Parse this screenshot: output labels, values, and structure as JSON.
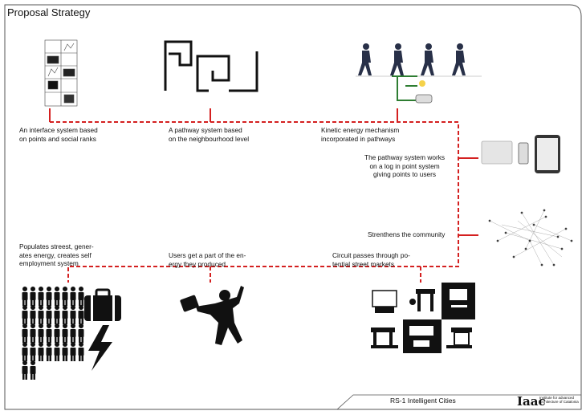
{
  "title": "Proposal Strategy",
  "labels": {
    "interface": "An interface system based\non points and social ranks",
    "pathway": "A pathway system based\non the neighbourhood level",
    "kinetic": "Kinetic energy mechanism\nincorporated in pathways",
    "login": "The pathway system works\non a log in point system\ngiving points to users",
    "community": "Strenthens the community",
    "circuit": "Circuit passes through po-\ntential street markets",
    "users": "Users get a part of the en-\nergy they produced",
    "populates": "Populates streest, gener-\nates energy, creates self\nemployment system"
  },
  "footer": {
    "course": "RS-1 Intelligent Cities",
    "logo": "Iaac",
    "institute": "Institute for advanced architecture of Catalonia"
  },
  "colors": {
    "path": "#d42020",
    "frame": "#333333",
    "green": "#2e7d32"
  }
}
